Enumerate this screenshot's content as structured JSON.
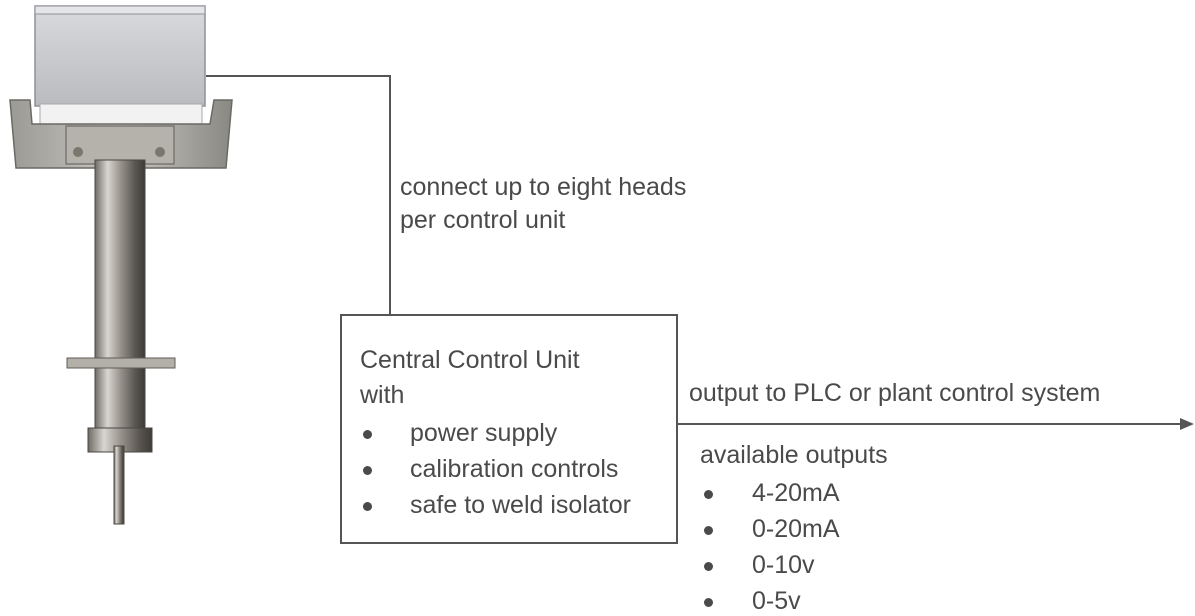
{
  "connection_note": [
    "connect up to eight heads",
    "per control unit"
  ],
  "control_unit": {
    "title_lines": [
      "Central Control Unit",
      "with"
    ],
    "features": [
      "power supply",
      "calibration controls",
      "safe to weld isolator"
    ]
  },
  "output": {
    "label": "output to PLC or plant control system",
    "available_heading": "available outputs",
    "options": [
      "4-20mA",
      "0-20mA",
      "0-10v",
      "0-5v"
    ]
  },
  "colors": {
    "line": "#555555",
    "text": "#4a4a4a"
  }
}
